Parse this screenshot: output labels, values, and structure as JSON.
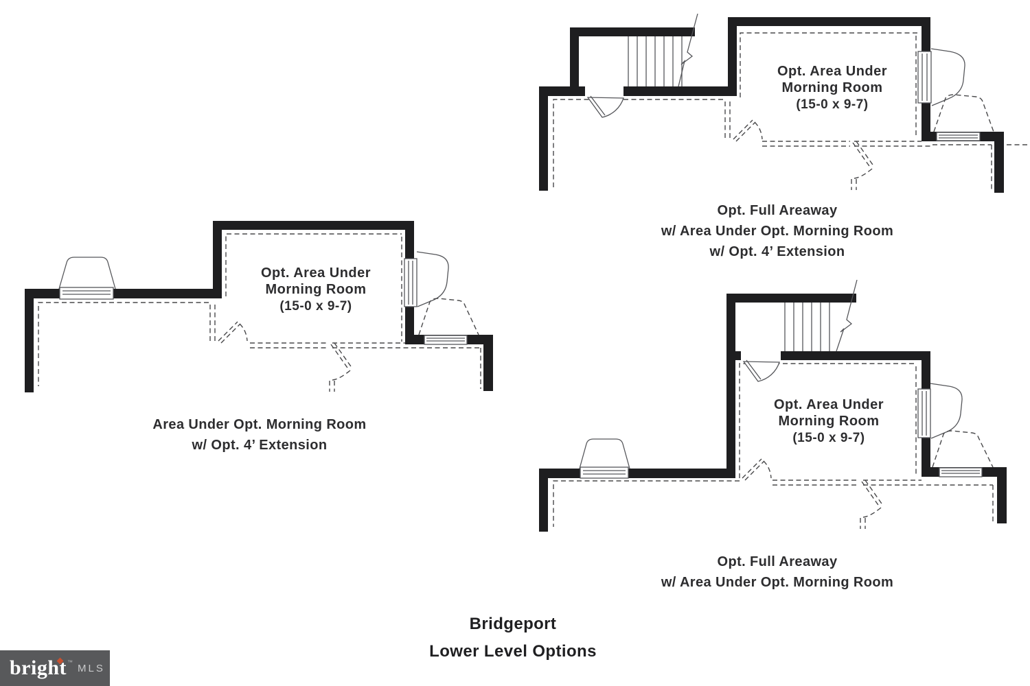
{
  "title": {
    "line1": "Bridgeport",
    "line2": "Lower Level Options"
  },
  "plans": [
    {
      "id": "plan-top-right",
      "room_label": {
        "line1": "Opt. Area Under",
        "line2": "Morning Room",
        "dims": "(15-0 x 9-7)"
      },
      "caption": [
        "Opt. Full Areaway",
        "w/ Area Under Opt. Morning Room",
        "w/ Opt. 4’ Extension"
      ]
    },
    {
      "id": "plan-left",
      "room_label": {
        "line1": "Opt. Area Under",
        "line2": "Morning Room",
        "dims": "(15-0 x 9-7)"
      },
      "caption": [
        "Area Under Opt. Morning Room",
        "w/ Opt. 4’ Extension"
      ]
    },
    {
      "id": "plan-bottom-right",
      "room_label": {
        "line1": "Opt. Area Under",
        "line2": "Morning Room",
        "dims": "(15-0 x 9-7)"
      },
      "caption": [
        "Opt. Full Areaway",
        "w/ Area Under Opt. Morning Room"
      ]
    }
  ],
  "logo": {
    "brand": "bright",
    "trademark": "™",
    "suffix": "MLS"
  },
  "colors": {
    "wall": "#1e1e20",
    "line": "#55565a",
    "dashed": "#48484a",
    "text": "#2d2d2f",
    "logo_bg": "#58595b",
    "logo_accent": "#c8502f",
    "logo_suffix": "#c9cacb"
  }
}
